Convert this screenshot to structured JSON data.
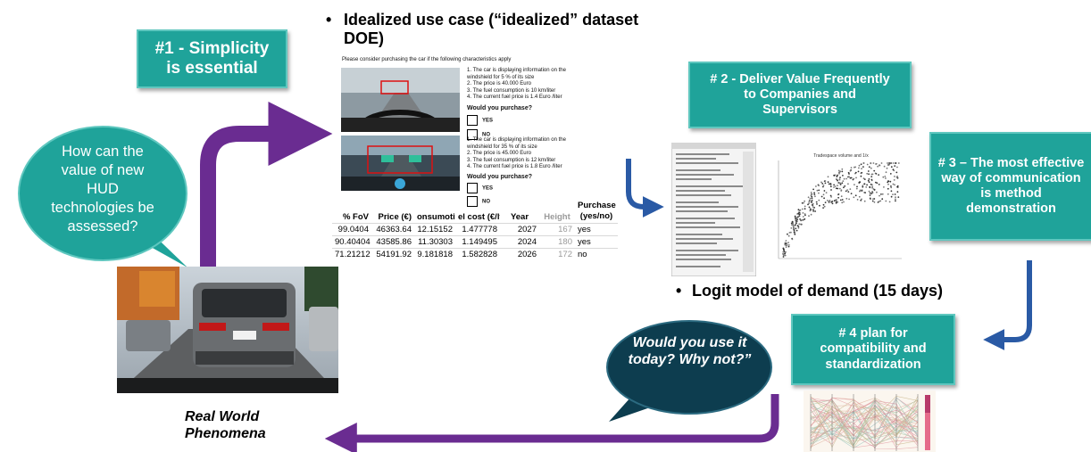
{
  "boxes": {
    "simplicity": "#1 - Simplicity is essential",
    "deliver_value": "# 2 - Deliver Value Frequently to Companies and Supervisors",
    "communication": "# 3 – The most effective way of communication is method demonstration",
    "compatibility": "# 4 plan for compatibility and standardization"
  },
  "bubbles": {
    "question": "How can the value of new HUD technologies be assessed?",
    "use_today": "Would you use it today? Why not?”"
  },
  "bullets": {
    "idealized": "Idealized use case (“idealized” dataset DOE)",
    "logit": "Logit model of demand (15 days)"
  },
  "labels": {
    "real_world": "Real World Phenomena"
  },
  "survey": {
    "intro": "Please consider purchasing the car if the following characteristics apply",
    "scenario1": [
      "The car is displaying information on the windshield for 5 % of its size",
      "The price is 40.000 Euro",
      "The fuel consumption is 10 km/liter",
      "The current fuel price is 1.4 Euro /liter"
    ],
    "scenario2": [
      "The car is displaying information on the windshield for 35 % of its size",
      "The price is 45.000 Euro",
      "The fuel consumption is 12 km/liter",
      "The current fuel price is 1.8 Euro /liter"
    ],
    "question": "Would you purchase?",
    "yes": "YES",
    "no": "NO"
  },
  "table": {
    "headers": [
      "% FoV",
      "Price (€)",
      "onsumotion",
      "el cost (€/lt",
      "Year",
      "Height",
      "Purchase (yes/no)"
    ],
    "rows": [
      [
        "99.0404",
        "46363.64",
        "12.15152",
        "1.477778",
        "2027",
        "167",
        "yes"
      ],
      [
        "90.40404",
        "43585.86",
        "11.30303",
        "1.149495",
        "2024",
        "180",
        "yes"
      ],
      [
        "71.21212",
        "54191.92",
        "9.181818",
        "1.582828",
        "2026",
        "172",
        "no"
      ]
    ]
  },
  "scatter": {
    "title": "Tradespace volume and 1/x"
  },
  "colors": {
    "teal": "#1fa39a",
    "navy": "#0d3d4f",
    "purple": "#6a2c91",
    "blue": "#2a5aa5"
  }
}
